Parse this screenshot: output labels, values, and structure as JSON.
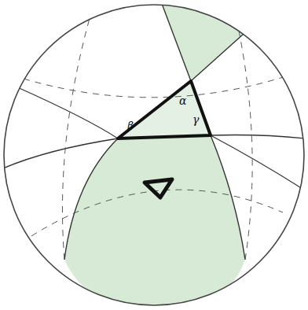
{
  "diagram": {
    "labels": [
      "α",
      "β",
      "γ"
    ]
  }
}
